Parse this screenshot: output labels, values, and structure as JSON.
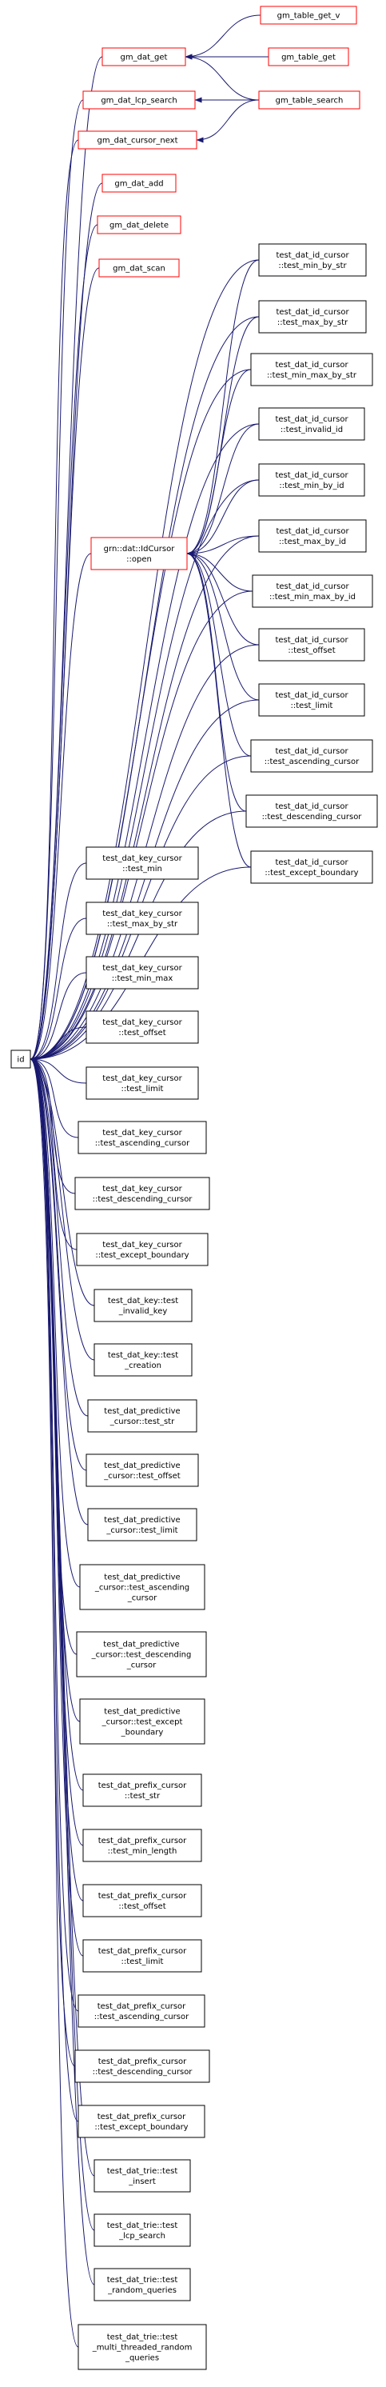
{
  "colors": {
    "edge": "#191970",
    "red_border": "#ff0000",
    "black_border": "#000000",
    "focus_fill": "#bfbfbf",
    "text": "#000000"
  },
  "nodes": [
    {
      "id": "gm_table_get_v",
      "lines": [
        "gm_table_get_v"
      ],
      "border": "red"
    },
    {
      "id": "gm_dat_get",
      "lines": [
        "gm_dat_get"
      ],
      "border": "red"
    },
    {
      "id": "gm_table_get",
      "lines": [
        "gm_table_get"
      ],
      "border": "red"
    },
    {
      "id": "gm_dat_lcp_search",
      "lines": [
        "gm_dat_lcp_search"
      ],
      "border": "red"
    },
    {
      "id": "gm_table_search",
      "lines": [
        "gm_table_search"
      ],
      "border": "red"
    },
    {
      "id": "gm_dat_cursor_next",
      "lines": [
        "gm_dat_cursor_next"
      ],
      "border": "red"
    },
    {
      "id": "gm_dat_add",
      "lines": [
        "gm_dat_add"
      ],
      "border": "red"
    },
    {
      "id": "gm_dat_delete",
      "lines": [
        "gm_dat_delete"
      ],
      "border": "red"
    },
    {
      "id": "gm_dat_scan",
      "lines": [
        "gm_dat_scan"
      ],
      "border": "red"
    },
    {
      "id": "idc_min_by_str",
      "lines": [
        "test_dat_id_cursor",
        "::test_min_by_str"
      ],
      "border": "black"
    },
    {
      "id": "idc_max_by_str",
      "lines": [
        "test_dat_id_cursor",
        "::test_max_by_str"
      ],
      "border": "black"
    },
    {
      "id": "idc_min_max_by_str",
      "lines": [
        "test_dat_id_cursor",
        "::test_min_max_by_str"
      ],
      "border": "black"
    },
    {
      "id": "idc_invalid_id",
      "lines": [
        "test_dat_id_cursor",
        "::test_invalid_id"
      ],
      "border": "black"
    },
    {
      "id": "idc_min_by_id",
      "lines": [
        "test_dat_id_cursor",
        "::test_min_by_id"
      ],
      "border": "black"
    },
    {
      "id": "idc_max_by_id",
      "lines": [
        "test_dat_id_cursor",
        "::test_max_by_id"
      ],
      "border": "black"
    },
    {
      "id": "idcursor_open",
      "lines": [
        "grn::dat::IdCursor",
        "::open"
      ],
      "border": "red"
    },
    {
      "id": "idc_min_max_by_id",
      "lines": [
        "test_dat_id_cursor",
        "::test_min_max_by_id"
      ],
      "border": "black"
    },
    {
      "id": "idc_offset",
      "lines": [
        "test_dat_id_cursor",
        "::test_offset"
      ],
      "border": "black"
    },
    {
      "id": "idc_limit",
      "lines": [
        "test_dat_id_cursor",
        "::test_limit"
      ],
      "border": "black"
    },
    {
      "id": "idc_ascending",
      "lines": [
        "test_dat_id_cursor",
        "::test_ascending_cursor"
      ],
      "border": "black"
    },
    {
      "id": "idc_descending",
      "lines": [
        "test_dat_id_cursor",
        "::test_descending_cursor"
      ],
      "border": "black"
    },
    {
      "id": "idc_except",
      "lines": [
        "test_dat_id_cursor",
        "::test_except_boundary"
      ],
      "border": "black"
    },
    {
      "id": "kc_min",
      "lines": [
        "test_dat_key_cursor",
        "::test_min"
      ],
      "border": "black"
    },
    {
      "id": "kc_max_by_str",
      "lines": [
        "test_dat_key_cursor",
        "::test_max_by_str"
      ],
      "border": "black"
    },
    {
      "id": "kc_min_max",
      "lines": [
        "test_dat_key_cursor",
        "::test_min_max"
      ],
      "border": "black"
    },
    {
      "id": "kc_offset",
      "lines": [
        "test_dat_key_cursor",
        "::test_offset"
      ],
      "border": "black"
    },
    {
      "id": "kc_limit",
      "lines": [
        "test_dat_key_cursor",
        "::test_limit"
      ],
      "border": "black"
    },
    {
      "id": "id",
      "lines": [
        "id"
      ],
      "border": "black",
      "focus": true
    },
    {
      "id": "kc_ascending",
      "lines": [
        "test_dat_key_cursor",
        "::test_ascending_cursor"
      ],
      "border": "black"
    },
    {
      "id": "kc_descending",
      "lines": [
        "test_dat_key_cursor",
        "::test_descending_cursor"
      ],
      "border": "black"
    },
    {
      "id": "kc_except",
      "lines": [
        "test_dat_key_cursor",
        "::test_except_boundary"
      ],
      "border": "black"
    },
    {
      "id": "key_invalid",
      "lines": [
        "test_dat_key::test",
        "_invalid_key"
      ],
      "border": "black"
    },
    {
      "id": "key_creation",
      "lines": [
        "test_dat_key::test",
        "_creation"
      ],
      "border": "black"
    },
    {
      "id": "pc_str",
      "lines": [
        "test_dat_predictive",
        "_cursor::test_str"
      ],
      "border": "black"
    },
    {
      "id": "pc_offset",
      "lines": [
        "test_dat_predictive",
        "_cursor::test_offset"
      ],
      "border": "black"
    },
    {
      "id": "pc_limit",
      "lines": [
        "test_dat_predictive",
        "_cursor::test_limit"
      ],
      "border": "black"
    },
    {
      "id": "pc_ascending",
      "lines": [
        "test_dat_predictive",
        "_cursor::test_ascending",
        "_cursor"
      ],
      "border": "black"
    },
    {
      "id": "pc_descending",
      "lines": [
        "test_dat_predictive",
        "_cursor::test_descending",
        "_cursor"
      ],
      "border": "black"
    },
    {
      "id": "pc_except",
      "lines": [
        "test_dat_predictive",
        "_cursor::test_except",
        "_boundary"
      ],
      "border": "black"
    },
    {
      "id": "prc_str",
      "lines": [
        "test_dat_prefix_cursor",
        "::test_str"
      ],
      "border": "black"
    },
    {
      "id": "prc_min_length",
      "lines": [
        "test_dat_prefix_cursor",
        "::test_min_length"
      ],
      "border": "black"
    },
    {
      "id": "prc_offset",
      "lines": [
        "test_dat_prefix_cursor",
        "::test_offset"
      ],
      "border": "black"
    },
    {
      "id": "prc_limit",
      "lines": [
        "test_dat_prefix_cursor",
        "::test_limit"
      ],
      "border": "black"
    },
    {
      "id": "prc_ascending",
      "lines": [
        "test_dat_prefix_cursor",
        "::test_ascending_cursor"
      ],
      "border": "black"
    },
    {
      "id": "prc_descending",
      "lines": [
        "test_dat_prefix_cursor",
        "::test_descending_cursor"
      ],
      "border": "black"
    },
    {
      "id": "prc_except",
      "lines": [
        "test_dat_prefix_cursor",
        "::test_except_boundary"
      ],
      "border": "black"
    },
    {
      "id": "trie_insert",
      "lines": [
        "test_dat_trie::test",
        "_insert"
      ],
      "border": "black"
    },
    {
      "id": "trie_lcp",
      "lines": [
        "test_dat_trie::test",
        "_lcp_search"
      ],
      "border": "black"
    },
    {
      "id": "trie_random",
      "lines": [
        "test_dat_trie::test",
        "_random_queries"
      ],
      "border": "black"
    },
    {
      "id": "trie_multi",
      "lines": [
        "test_dat_trie::test",
        "_multi_threaded_random",
        "_queries"
      ],
      "border": "black"
    }
  ],
  "edges": [
    [
      "gm_table_get_v",
      "gm_dat_get"
    ],
    [
      "gm_table_get",
      "gm_dat_get"
    ],
    [
      "gm_table_search",
      "gm_dat_get"
    ],
    [
      "gm_table_search",
      "gm_dat_lcp_search"
    ],
    [
      "gm_table_search",
      "gm_dat_cursor_next"
    ],
    [
      "gm_dat_get",
      "id"
    ],
    [
      "gm_dat_lcp_search",
      "id"
    ],
    [
      "gm_dat_cursor_next",
      "id"
    ],
    [
      "gm_dat_add",
      "id"
    ],
    [
      "gm_dat_delete",
      "id"
    ],
    [
      "gm_dat_scan",
      "id"
    ],
    [
      "idc_min_by_str",
      "idcursor_open"
    ],
    [
      "idc_max_by_str",
      "idcursor_open"
    ],
    [
      "idc_min_max_by_str",
      "idcursor_open"
    ],
    [
      "idc_invalid_id",
      "idcursor_open"
    ],
    [
      "idc_min_by_id",
      "idcursor_open"
    ],
    [
      "idc_max_by_id",
      "idcursor_open"
    ],
    [
      "idc_min_max_by_id",
      "idcursor_open"
    ],
    [
      "idc_offset",
      "idcursor_open"
    ],
    [
      "idc_limit",
      "idcursor_open"
    ],
    [
      "idc_ascending",
      "idcursor_open"
    ],
    [
      "idc_descending",
      "idcursor_open"
    ],
    [
      "idc_except",
      "idcursor_open"
    ],
    [
      "idcursor_open",
      "id"
    ],
    [
      "idc_min_by_str",
      "id"
    ],
    [
      "idc_max_by_str",
      "id"
    ],
    [
      "idc_min_max_by_str",
      "id"
    ],
    [
      "idc_invalid_id",
      "id"
    ],
    [
      "idc_min_by_id",
      "id"
    ],
    [
      "idc_max_by_id",
      "id"
    ],
    [
      "idc_min_max_by_id",
      "id"
    ],
    [
      "idc_offset",
      "id"
    ],
    [
      "idc_limit",
      "id"
    ],
    [
      "idc_ascending",
      "id"
    ],
    [
      "idc_descending",
      "id"
    ],
    [
      "idc_except",
      "id"
    ],
    [
      "kc_min",
      "id"
    ],
    [
      "kc_max_by_str",
      "id"
    ],
    [
      "kc_min_max",
      "id"
    ],
    [
      "kc_offset",
      "id"
    ],
    [
      "kc_limit",
      "id"
    ],
    [
      "kc_ascending",
      "id"
    ],
    [
      "kc_descending",
      "id"
    ],
    [
      "kc_except",
      "id"
    ],
    [
      "key_invalid",
      "id"
    ],
    [
      "key_creation",
      "id"
    ],
    [
      "pc_str",
      "id"
    ],
    [
      "pc_offset",
      "id"
    ],
    [
      "pc_limit",
      "id"
    ],
    [
      "pc_ascending",
      "id"
    ],
    [
      "pc_descending",
      "id"
    ],
    [
      "pc_except",
      "id"
    ],
    [
      "prc_str",
      "id"
    ],
    [
      "prc_min_length",
      "id"
    ],
    [
      "prc_offset",
      "id"
    ],
    [
      "prc_limit",
      "id"
    ],
    [
      "prc_ascending",
      "id"
    ],
    [
      "prc_descending",
      "id"
    ],
    [
      "prc_except",
      "id"
    ],
    [
      "trie_insert",
      "id"
    ],
    [
      "trie_lcp",
      "id"
    ],
    [
      "trie_random",
      "id"
    ],
    [
      "trie_multi",
      "id"
    ]
  ]
}
